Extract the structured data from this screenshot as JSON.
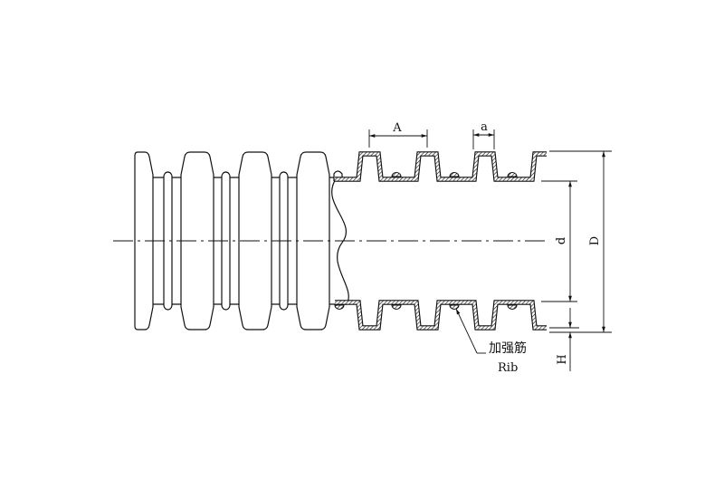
{
  "dimensions": {
    "pitch": "A",
    "crest_width": "a",
    "inner_diameter": "d",
    "outer_diameter": "D",
    "height": "H"
  },
  "callout": {
    "label_cn": "加强筋",
    "label_en": "Rib"
  },
  "colors": {
    "line": "#111111",
    "background": "#ffffff"
  }
}
